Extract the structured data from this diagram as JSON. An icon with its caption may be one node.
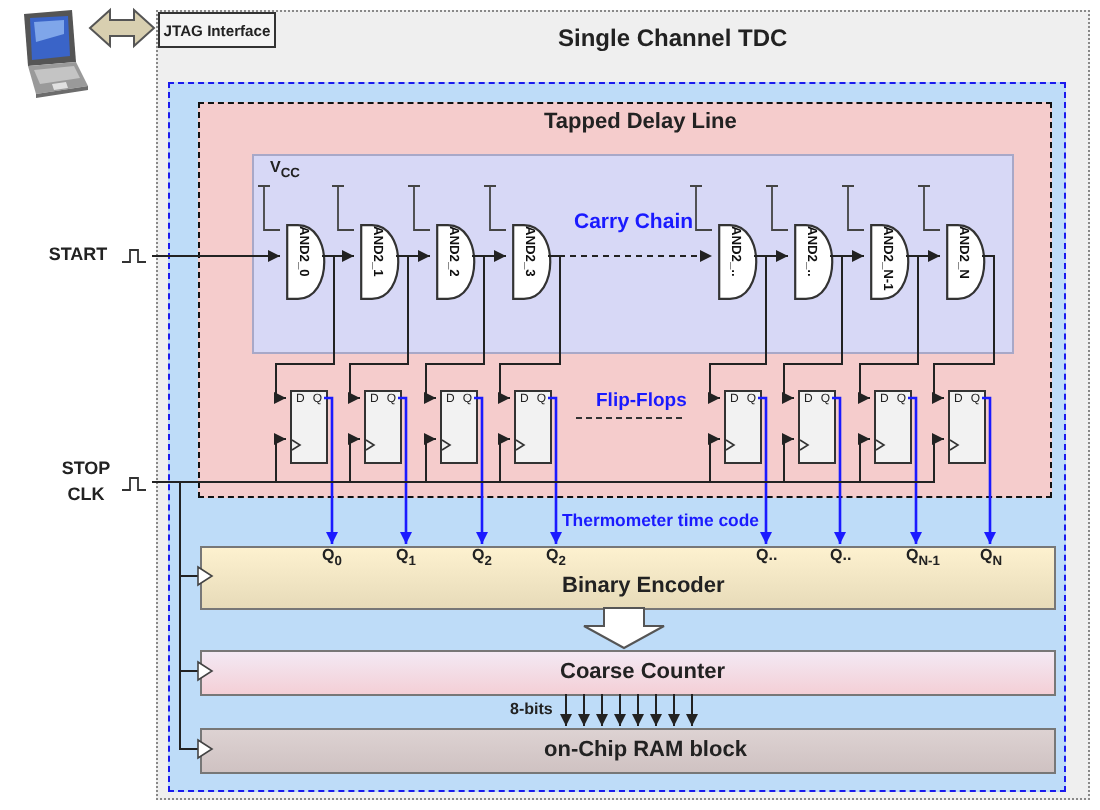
{
  "diagram": {
    "nodes": [
      {
        "text": [],
        "shape": "picture"
      },
      {
        "text": [
          "Single Channel TDC"
        ]
      },
      {
        "text": [
          "JTAG Interface"
        ],
        "in": 1
      },
      {
        "text": [
          "Tapped Delay Line"
        ],
        "in": 1
      },
      {
        "text": [
          "Carry Chain"
        ],
        "in": 3
      },
      {
        "text": [
          "AND2_0"
        ],
        "in": 4
      },
      {
        "text": [
          "AND2_1"
        ],
        "in": 4
      },
      {
        "text": [
          "AND2_2"
        ],
        "in": 4
      },
      {
        "text": [
          "AND2_3"
        ],
        "in": 4
      },
      {
        "text": [
          "AND2_.."
        ],
        "in": 4
      },
      {
        "text": [
          "AND2_.."
        ],
        "in": 4
      },
      {
        "text": [
          "AND2_N-1"
        ],
        "in": 4
      },
      {
        "text": [
          "AND2_N"
        ],
        "in": 4
      },
      {
        "text": [
          "D",
          "Q"
        ],
        "in": 3
      },
      {
        "text": [
          "D",
          "Q"
        ],
        "in": 3
      },
      {
        "text": [
          "D",
          "Q"
        ],
        "in": 3
      },
      {
        "text": [
          "D",
          "Q"
        ],
        "in": 3
      },
      {
        "text": [
          "D",
          "Q"
        ],
        "in": 3
      },
      {
        "text": [
          "D",
          "Q"
        ],
        "in": 3
      },
      {
        "text": [
          "D",
          "Q"
        ],
        "in": 3
      },
      {
        "text": [
          "D",
          "Q"
        ],
        "in": 3
      },
      {
        "text": [
          "Binary Encoder"
        ],
        "in": 1
      },
      {
        "text": [
          "Coarse Counter"
        ],
        "in": 1
      },
      {
        "text": [
          "on-Chip RAM block"
        ],
        "in": 1
      },
      {
        "text": [
          "START"
        ]
      },
      {
        "text": [
          "STOP CLK"
        ]
      }
    ],
    "edges": [
      {
        "from": 0,
        "to": 2,
        "arrow": "both",
        "style": "thick"
      },
      {
        "from": 24,
        "to": 5,
        "arrow": "to"
      },
      {
        "from": 5,
        "to": 6,
        "arrow": "to"
      },
      {
        "from": 6,
        "to": 7,
        "arrow": "to"
      },
      {
        "from": 7,
        "to": 8,
        "arrow": "to"
      },
      {
        "from": 8,
        "to": 9,
        "arrow": "to",
        "style": "dashed"
      },
      {
        "from": 9,
        "to": 10,
        "arrow": "to"
      },
      {
        "from": 10,
        "to": 11,
        "arrow": "to"
      },
      {
        "from": 11,
        "to": 12,
        "arrow": "to"
      },
      {
        "from": 5,
        "to": 13,
        "arrow": "to"
      },
      {
        "from": 6,
        "to": 14,
        "arrow": "to"
      },
      {
        "from": 7,
        "to": 15,
        "arrow": "to"
      },
      {
        "from": 8,
        "to": 16,
        "arrow": "to"
      },
      {
        "from": 9,
        "to": 17,
        "arrow": "to"
      },
      {
        "from": 10,
        "to": 18,
        "arrow": "to"
      },
      {
        "from": 11,
        "to": 19,
        "arrow": "to"
      },
      {
        "from": 12,
        "to": 20,
        "arrow": "to"
      },
      {
        "from": 13,
        "to": 21,
        "arrow": "to",
        "color": "#1a1aff"
      },
      {
        "from": 14,
        "to": 21,
        "arrow": "to",
        "color": "#1a1aff"
      },
      {
        "from": 15,
        "to": 21,
        "arrow": "to",
        "color": "#1a1aff"
      },
      {
        "from": 16,
        "to": 21,
        "arrow": "to",
        "color": "#1a1aff"
      },
      {
        "from": 17,
        "to": 21,
        "arrow": "to",
        "color": "#1a1aff"
      },
      {
        "from": 18,
        "to": 21,
        "arrow": "to",
        "color": "#1a1aff"
      },
      {
        "from": 19,
        "to": 21,
        "arrow": "to",
        "color": "#1a1aff"
      },
      {
        "from": 20,
        "to": 21,
        "arrow": "to",
        "color": "#1a1aff"
      },
      {
        "from": 25,
        "to": 13,
        "arrow": "to"
      },
      {
        "from": 25,
        "to": 14,
        "arrow": "to"
      },
      {
        "from": 25,
        "to": 15,
        "arrow": "to"
      },
      {
        "from": 25,
        "to": 16,
        "arrow": "to"
      },
      {
        "from": 25,
        "to": 17,
        "arrow": "to"
      },
      {
        "from": 25,
        "to": 18,
        "arrow": "to"
      },
      {
        "from": 25,
        "to": 19,
        "arrow": "to"
      },
      {
        "from": 25,
        "to": 20,
        "arrow": "to"
      },
      {
        "from": 25,
        "to": 21,
        "arrow": "to"
      },
      {
        "from": 25,
        "to": 22,
        "arrow": "to"
      },
      {
        "from": 25,
        "to": 23,
        "arrow": "to"
      },
      {
        "from": 21,
        "to": 22,
        "arrow": "to",
        "style": "thick"
      },
      {
        "from": 22,
        "to": 23,
        "arrow": "to"
      },
      {
        "from": 22,
        "to": 23,
        "arrow": "to"
      },
      {
        "from": 22,
        "to": 23,
        "arrow": "to"
      },
      {
        "from": 22,
        "to": 23,
        "arrow": "to"
      },
      {
        "from": 22,
        "to": 23,
        "arrow": "to"
      },
      {
        "from": 22,
        "to": 23,
        "arrow": "to"
      },
      {
        "from": 22,
        "to": 23,
        "arrow": "to"
      },
      {
        "from": 22,
        "to": 23,
        "arrow": "to"
      }
    ],
    "labels": [
      "V$_{CC}$",
      "Flip-Flops",
      "Thermometer time code",
      "Q$_{0}$",
      "Q$_{1}$",
      "Q$_{2}$",
      "Q$_{2}$",
      "Q..",
      "Q..",
      "Q$_{N-1}$",
      "Q$_{N}$",
      "8-bits"
    ]
  }
}
